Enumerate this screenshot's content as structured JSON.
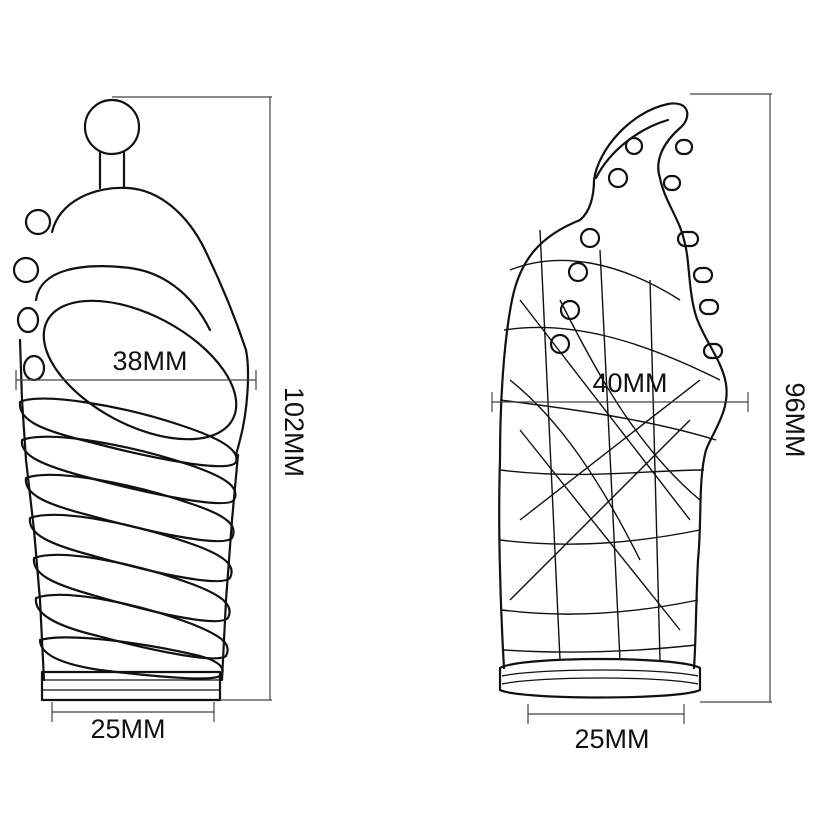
{
  "products": [
    {
      "width_label": "38MM",
      "height_label": "102MM",
      "base_label": "25MM"
    },
    {
      "width_label": "40MM",
      "height_label": "96MM",
      "base_label": "25MM"
    }
  ]
}
